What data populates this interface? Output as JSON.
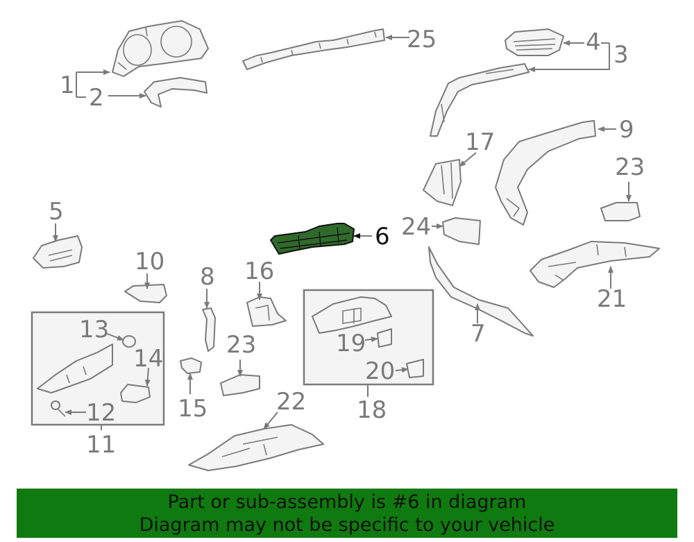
{
  "highlight_color": "#2f6a2b",
  "banner_color": "#0f7a0f",
  "callouts": {
    "c1": "1",
    "c2": "2",
    "c3": "3",
    "c4": "4",
    "c5": "5",
    "c6": "6",
    "c7": "7",
    "c8": "8",
    "c9": "9",
    "c10": "10",
    "c11": "11",
    "c12": "12",
    "c13": "13",
    "c14": "14",
    "c15": "15",
    "c16": "16",
    "c17": "17",
    "c18": "18",
    "c19": "19",
    "c20": "20",
    "c21": "21",
    "c22": "22",
    "c23a": "23",
    "c23b": "23",
    "c24": "24",
    "c25": "25"
  },
  "banner": {
    "line1": "Part or sub-assembly is #6 in diagram",
    "line2": "Diagram may not be specific to your vehicle"
  }
}
